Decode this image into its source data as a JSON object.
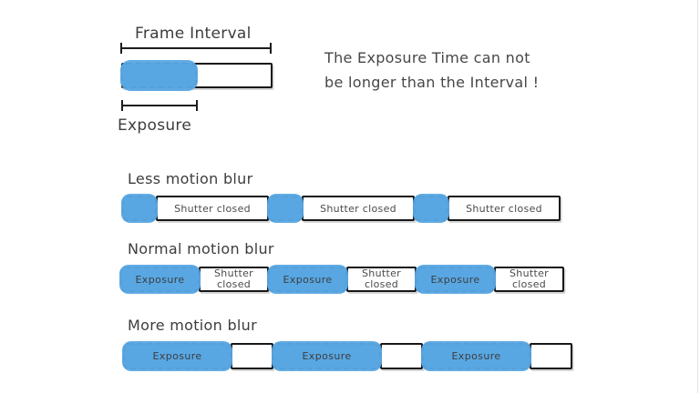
{
  "colors": {
    "exposure_blue": "#59a7e3",
    "outline_ink": "#171717",
    "label_text": "#3d3d3d",
    "segment_text": "#4a4a4a"
  },
  "intro": {
    "frame_interval_label": "Frame Interval",
    "exposure_label": "Exposure",
    "note_line1": "The Exposure Time can not",
    "note_line2": "be longer than the Interval !"
  },
  "rows": [
    {
      "label": "Less motion blur",
      "segments": [
        {
          "type": "exposure",
          "label": ""
        },
        {
          "type": "shutter",
          "label": "Shutter closed"
        },
        {
          "type": "exposure",
          "label": ""
        },
        {
          "type": "shutter",
          "label": "Shutter closed"
        },
        {
          "type": "exposure",
          "label": ""
        },
        {
          "type": "shutter",
          "label": "Shutter closed"
        }
      ]
    },
    {
      "label": "Normal motion blur",
      "segments": [
        {
          "type": "exposure",
          "label": "Exposure"
        },
        {
          "type": "shutter",
          "label": "Shutter closed"
        },
        {
          "type": "exposure",
          "label": "Exposure"
        },
        {
          "type": "shutter",
          "label": "Shutter closed"
        },
        {
          "type": "exposure",
          "label": "Exposure"
        },
        {
          "type": "shutter",
          "label": "Shutter closed"
        }
      ]
    },
    {
      "label": "More motion blur",
      "segments": [
        {
          "type": "exposure",
          "label": "Exposure"
        },
        {
          "type": "shutter",
          "label": ""
        },
        {
          "type": "exposure",
          "label": "Exposure"
        },
        {
          "type": "shutter",
          "label": ""
        },
        {
          "type": "exposure",
          "label": "Exposure"
        },
        {
          "type": "shutter",
          "label": ""
        }
      ]
    }
  ]
}
